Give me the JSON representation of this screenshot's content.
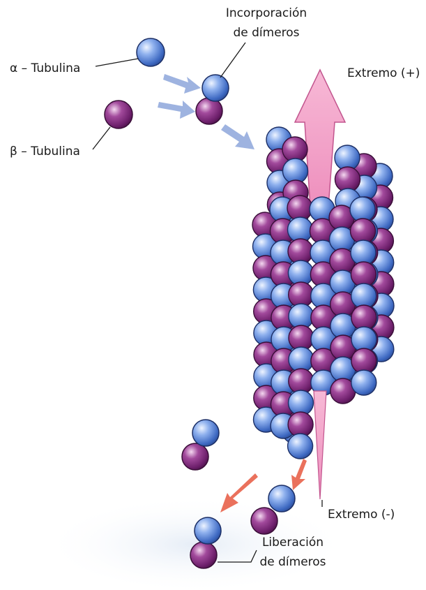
{
  "labels": {
    "alpha": "α – Tubulina",
    "beta": "β – Tubulina",
    "incorporation_line1": "Incorporación",
    "incorporation_line2": "de dímeros",
    "plus_end": "Extremo (+)",
    "minus_end": "Extremo (-)",
    "release_line1": "Liberación",
    "release_line2": "de dímeros"
  },
  "colors": {
    "alpha_tubulin": "#5b86d6",
    "beta_tubulin": "#8a2f86",
    "growth_arrow": "#f2a3c8",
    "incorporation_arrows": "#7e9ad6",
    "release_arrows": "#e8624a"
  }
}
